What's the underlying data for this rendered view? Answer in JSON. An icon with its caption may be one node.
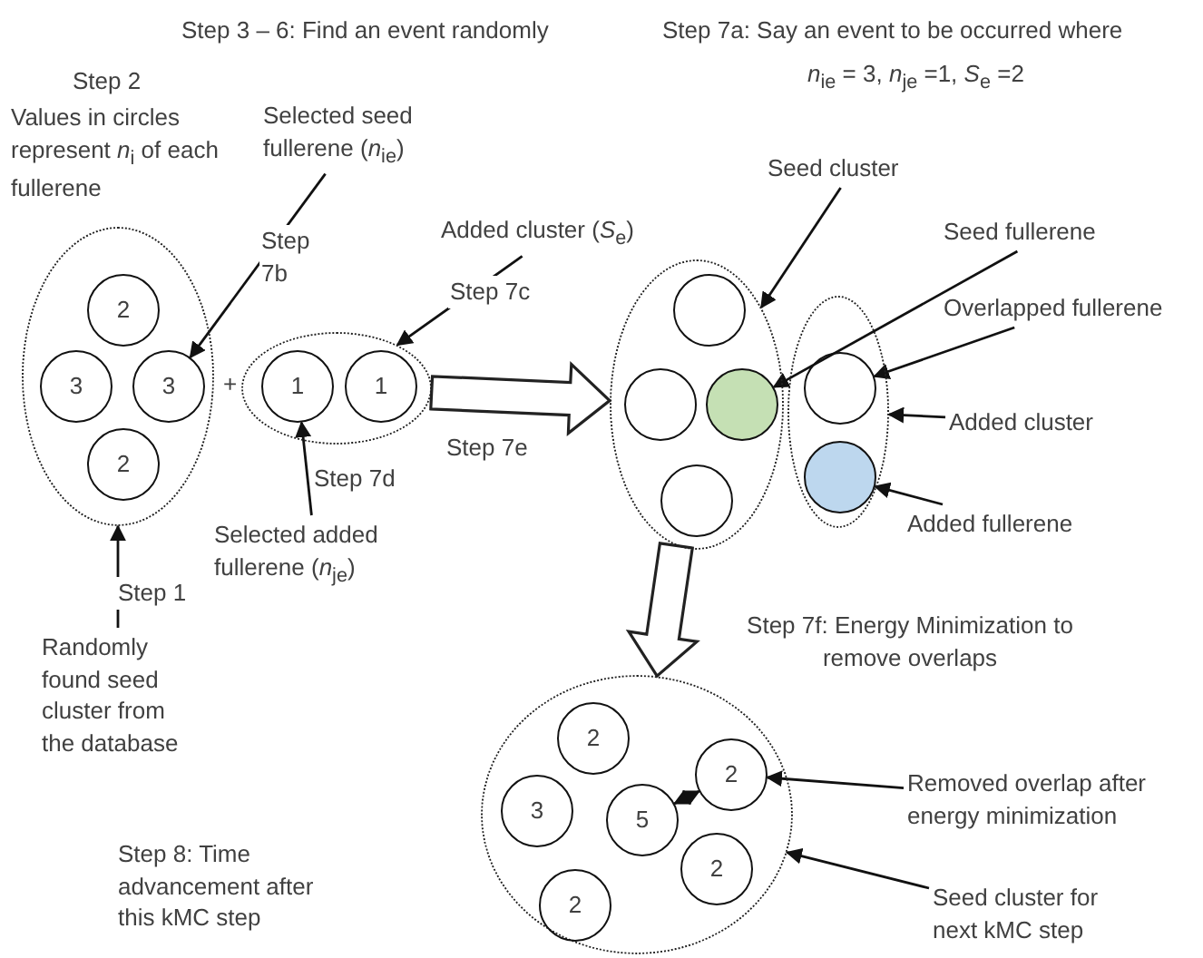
{
  "diagram": {
    "nodes": [
      {
        "text": [],
        "shape": "ellipse"
      },
      {
        "text": [
          "2"
        ],
        "in": 0
      },
      {
        "text": [
          "3"
        ],
        "in": 0
      },
      {
        "text": [
          "3"
        ],
        "in": 0
      },
      {
        "text": [
          "2"
        ],
        "in": 0
      },
      {
        "text": [],
        "shape": "ellipse"
      },
      {
        "text": [
          "1"
        ],
        "in": 5
      },
      {
        "text": [
          "1"
        ],
        "in": 5
      },
      {
        "text": [],
        "shape": "ellipse"
      },
      {
        "text": [],
        "shape": "circle",
        "in": 8
      },
      {
        "text": [],
        "shape": "circle",
        "in": 8
      },
      {
        "text": [],
        "shape": "circle",
        "in": 8
      },
      {
        "text": [],
        "shape": "circle",
        "in": 8
      },
      {
        "text": [],
        "shape": "ellipse"
      },
      {
        "text": [],
        "shape": "circle",
        "in": 13
      },
      {
        "text": [],
        "shape": "circle",
        "in": 13
      },
      {
        "text": [],
        "shape": "ellipse"
      },
      {
        "text": [
          "2"
        ],
        "in": 16
      },
      {
        "text": [
          "3"
        ],
        "in": 16
      },
      {
        "text": [
          "5"
        ],
        "in": 16
      },
      {
        "text": [
          "2"
        ],
        "in": 16
      },
      {
        "text": [
          "2"
        ],
        "in": 16
      },
      {
        "text": [
          "2"
        ],
        "in": 16
      },
      {
        "text": [
          "Selected seed fullerene (*n*$_{ie}$)"
        ]
      },
      {
        "text": [
          "Added cluster (*S*$_{e}$)"
        ]
      },
      {
        "text": [
          "Selected added fullerene (*n*$_{je}$)"
        ]
      },
      {
        "text": [
          "Randomly found seed cluster from the database"
        ]
      },
      {
        "text": [
          "Seed cluster"
        ]
      },
      {
        "text": [
          "Seed fullerene"
        ]
      },
      {
        "text": [
          "Overlapped fullerene"
        ]
      },
      {
        "text": [
          "Added cluster"
        ]
      },
      {
        "text": [
          "Added fullerene"
        ]
      },
      {
        "text": [
          "Removed overlap after energy minimization"
        ]
      },
      {
        "text": [
          "Seed cluster for next kMC step"
        ]
      }
    ],
    "edges": [
      {
        "from": 23,
        "to": 3,
        "arrow": "to",
        "label": "Step 7b"
      },
      {
        "from": 24,
        "to": 5,
        "arrow": "to",
        "label": "Step 7c"
      },
      {
        "from": 25,
        "to": 6,
        "arrow": "to",
        "label": "Step 7d"
      },
      {
        "from": 26,
        "to": 0,
        "arrow": "to",
        "label": "Step 1"
      },
      {
        "from": 5,
        "to": 8,
        "arrow": "to",
        "label": "Step 7e",
        "style": "thick"
      },
      {
        "from": 8,
        "to": 16,
        "arrow": "to",
        "label": "Step 7f: Energy Minimization to remove overlaps",
        "style": "thick"
      },
      {
        "from": 27,
        "to": 8,
        "arrow": "to"
      },
      {
        "from": 28,
        "to": 11,
        "arrow": "to"
      },
      {
        "from": 29,
        "to": 14,
        "arrow": "to"
      },
      {
        "from": 30,
        "to": 13,
        "arrow": "to"
      },
      {
        "from": 31,
        "to": 15,
        "arrow": "to"
      },
      {
        "from": 32,
        "to": 20,
        "arrow": "to"
      },
      {
        "from": 19,
        "to": 20,
        "arrow": "both"
      },
      {
        "from": 33,
        "to": 16,
        "arrow": "to"
      }
    ],
    "labels": [
      "Step 3 – 6: Find an event randomly",
      "Step 7a: Say an event to be occurred where",
      "*n*$_{ie}$ = 3, *n*$_{je}$ =1, *S*$_{e}$ =2",
      "Step 2",
      "Values in circles represent *n*$_{i}$ of each fullerene",
      "+",
      "Step 8: Time advancement after this kMC step"
    ]
  }
}
